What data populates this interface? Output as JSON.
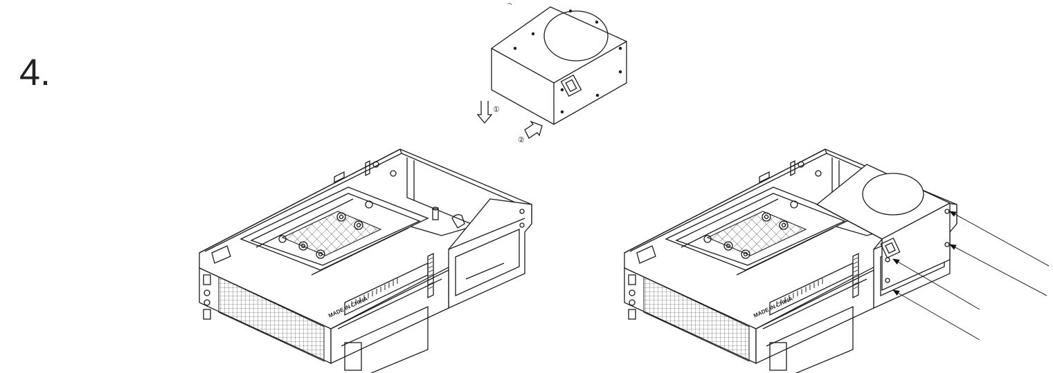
{
  "step": {
    "number": "4."
  },
  "psu_callouts": [
    {
      "number": "①",
      "direction": "down"
    },
    {
      "number": "②",
      "direction": "right"
    }
  ],
  "label_made_in_china": "MADE IN CHINA",
  "screw_arrow_count": 4,
  "colors": {
    "line": "#1a1a1a",
    "background": "#ffffff"
  }
}
